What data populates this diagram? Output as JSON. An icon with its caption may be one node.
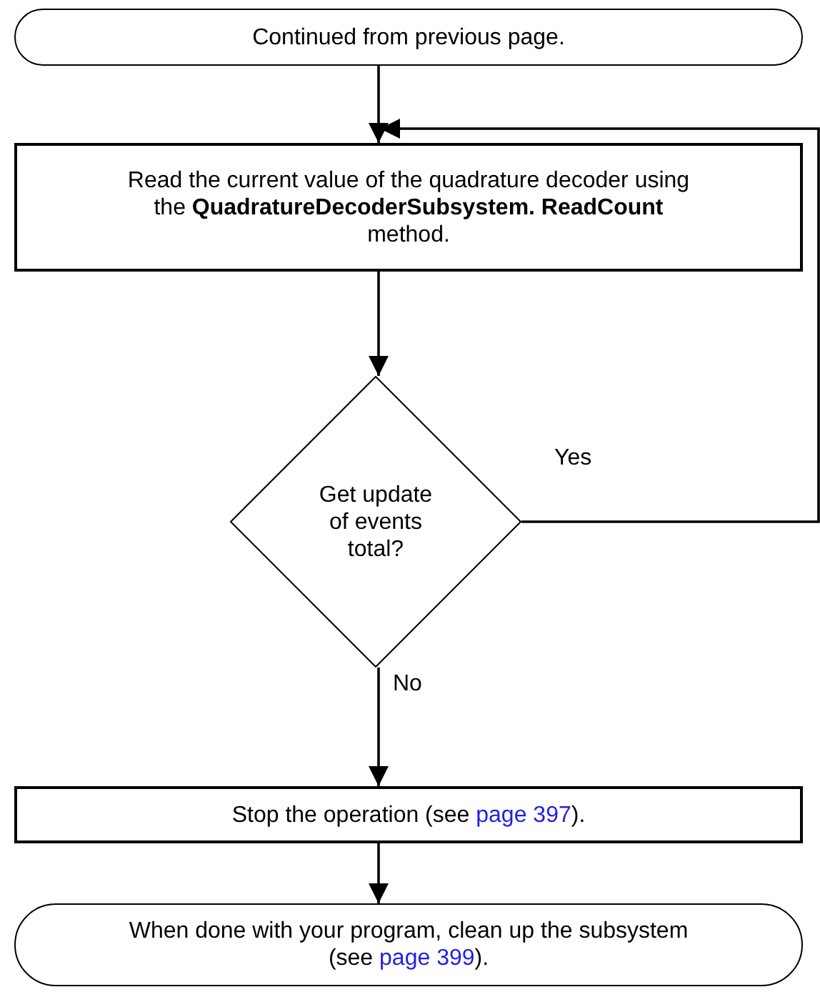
{
  "diagram": {
    "nodes": [
      {
        "text": [
          "Continued from previous page."
        ]
      },
      {
        "text": [
          "Read the current value of the quadrature decoder using the **QuadratureDecoderSubsystem. ReadCount** method."
        ]
      },
      {
        "text": [
          "Get update of events total?"
        ]
      },
      {
        "text": [
          "Stop the operation (see page 397)."
        ]
      },
      {
        "text": [
          "When done with your program, clean up the subsystem (see page 399)."
        ]
      }
    ],
    "edges": [
      {
        "from": 0,
        "to": 1,
        "arrow": "to"
      },
      {
        "from": 1,
        "to": 2,
        "arrow": "to"
      },
      {
        "from": 2,
        "to": 1,
        "arrow": "to",
        "label": "Yes"
      },
      {
        "from": 2,
        "to": 3,
        "arrow": "to",
        "label": "No"
      },
      {
        "from": 3,
        "to": 4,
        "arrow": "to"
      }
    ]
  }
}
